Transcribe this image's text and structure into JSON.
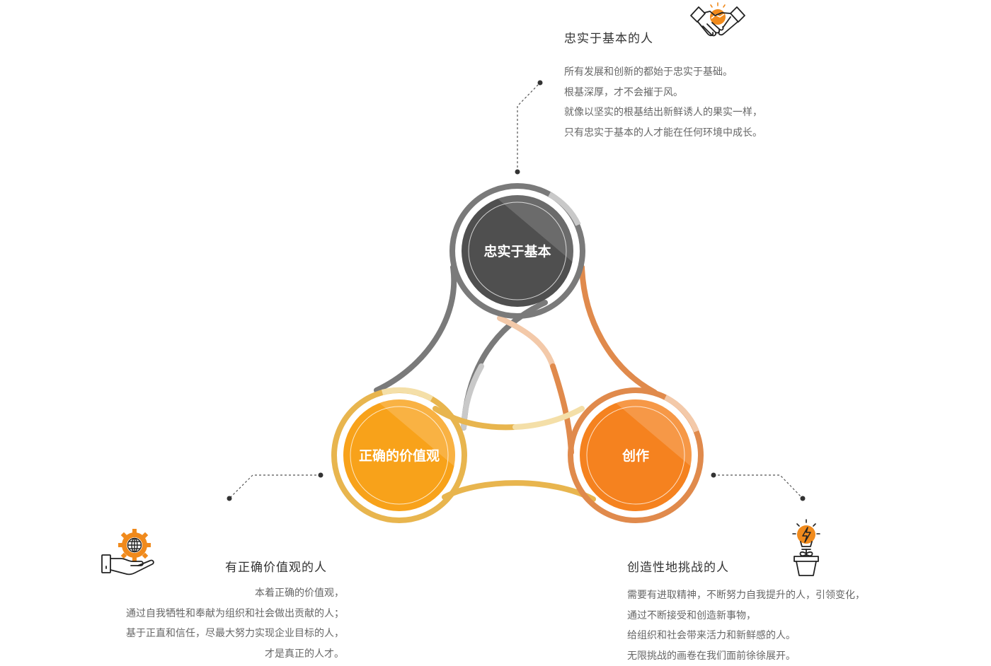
{
  "nodes": {
    "top": {
      "label": "忠实于基本",
      "color": "#4f4f4f"
    },
    "left": {
      "label": "正确的价值观",
      "color": "#f8a21a"
    },
    "right": {
      "label": "创作",
      "color": "#f5821f"
    }
  },
  "blocks": {
    "top": {
      "title": "忠实于基本的人",
      "lines": [
        "所有发展和创新的都始于忠实于基础。",
        "根基深厚，才不会摧于风。",
        "就像以坚实的根基结出新鲜诱人的果实一样，",
        "只有忠实于基本的人才能在任何环境中成长。"
      ],
      "icon": "handshake-icon"
    },
    "left": {
      "title": "有正确价值观的人",
      "lines": [
        "本着正确的价值观，",
        "通过自我牺牲和奉献为组织和社会做出贡献的人；",
        "基于正直和信任，尽最大努力实现企业目标的人，",
        "才是真正的人才。"
      ],
      "icon": "globe-gear-hand-icon"
    },
    "right": {
      "title": "创造性地挑战的人",
      "lines": [
        "需要有进取精神，不断努力自我提升的人，引领变化，",
        "通过不断接受和创造新事物，",
        "给组织和社会带来活力和新鲜感的人。",
        "无限挑战的画卷在我们面前徐徐展开。"
      ],
      "icon": "lightbulb-plant-icon"
    }
  },
  "colors": {
    "gray_ring": "#7a7a7a",
    "light_gray": "#c9c9c9",
    "orange_ring": "#e08a4c",
    "peach": "#f3c9a9",
    "yellow_ring": "#e8b54e",
    "pale_yellow": "#f4dfa8",
    "accent": "#f08a1c"
  }
}
